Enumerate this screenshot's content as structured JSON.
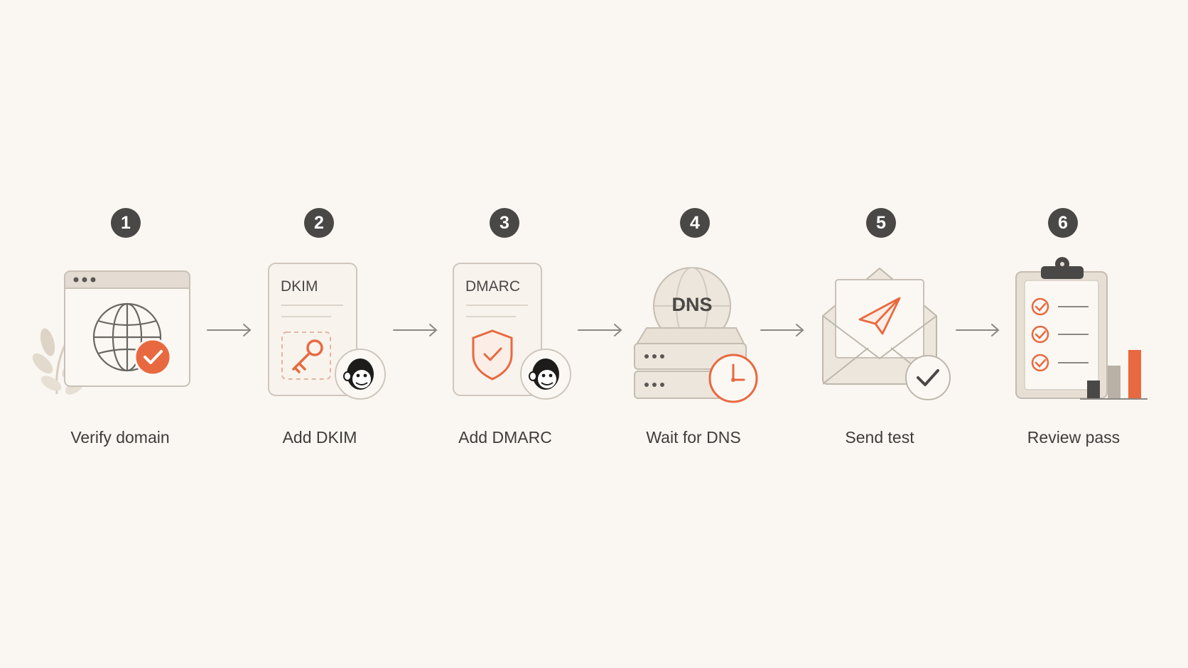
{
  "steps": [
    {
      "number": "1",
      "label": "Verify domain",
      "icon": "browser-globe-icon"
    },
    {
      "number": "2",
      "label": "Add DKIM",
      "card_text": "DKIM",
      "icon": "key-icon"
    },
    {
      "number": "3",
      "label": "Add DMARC",
      "card_text": "DMARC",
      "icon": "shield-check-icon"
    },
    {
      "number": "4",
      "label": "Wait for DNS",
      "card_text": "DNS",
      "icon": "dns-server-icon"
    },
    {
      "number": "5",
      "label": "Send test",
      "icon": "envelope-plane-icon"
    },
    {
      "number": "6",
      "label": "Review pass",
      "icon": "clipboard-checklist-icon"
    }
  ],
  "colors": {
    "background": "#faf6f1",
    "accent": "#e8693f",
    "dark": "#4a4846",
    "line": "#8b8783",
    "fill": "#efe8df"
  }
}
